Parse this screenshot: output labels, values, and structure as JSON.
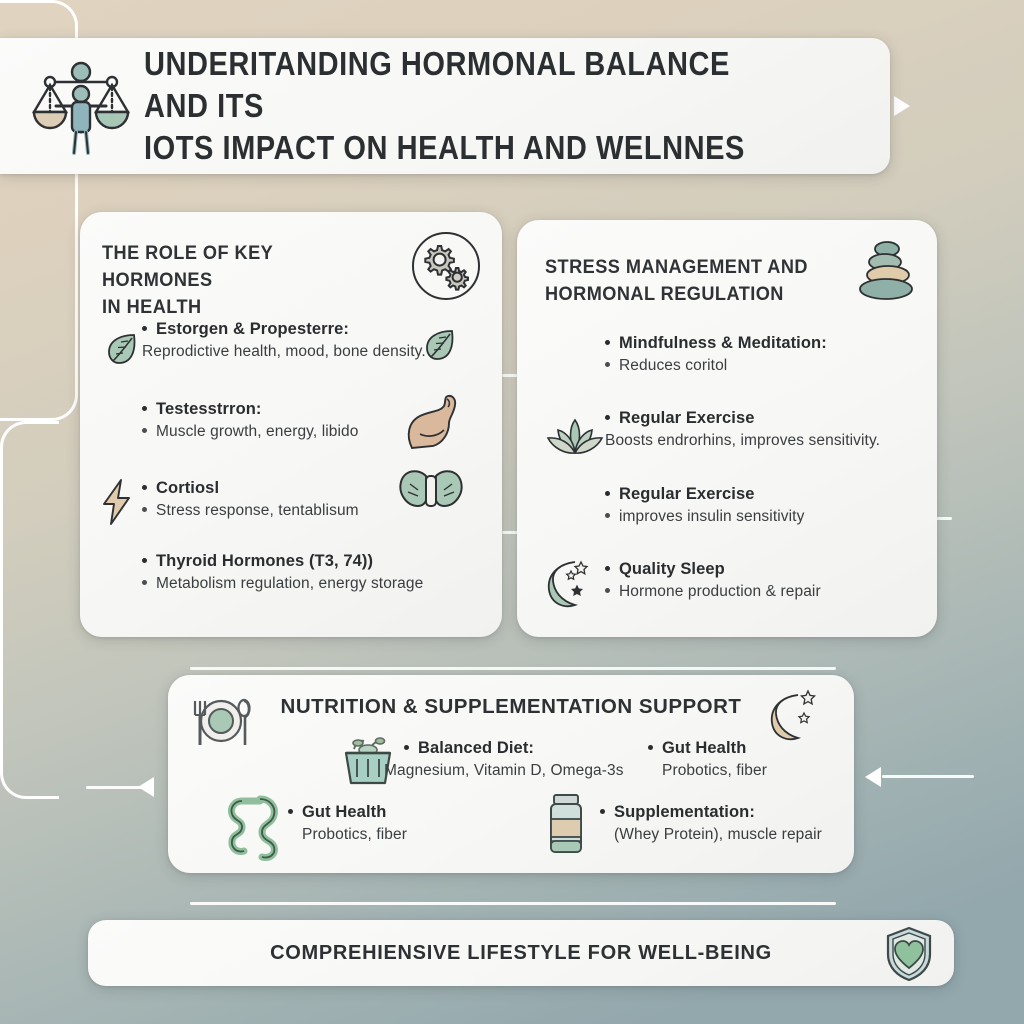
{
  "header": {
    "icon": "balance-scale-icon",
    "title_line1": "UNDERITANDING HORMONAL BALANCE AND ITS",
    "title_line2": "IOTS IMPACT ON HEALTH AND WELNNES"
  },
  "colors": {
    "bg_top": "#e0d4c1",
    "bg_bottom": "#93a8ad",
    "card_bg": "#f7f7f5",
    "text_dark": "#2c2f31",
    "accent_green": "#9dbbab",
    "accent_sage": "#a8c0b4",
    "accent_tan": "#e2cdb0",
    "connector": "#ffffff"
  },
  "cards": {
    "hormones": {
      "heading_line1": "THE ROLE OF KEY HORMONES",
      "heading_line2": "IN HEALTH",
      "header_icon": "gears-circle-icon",
      "items": [
        {
          "title": "Estorgen & Propesterre:",
          "sub": "Reprodictive health, mood, bone density.",
          "icon_left": "leaf-icon",
          "icon_right": "leaf-icon"
        },
        {
          "title": "Testesstrron:",
          "sub": "Muscle growth, energy, libido",
          "icon_right": "flexed-bicep-icon"
        },
        {
          "title": "Cortiosl",
          "sub": "Stress response, tentablisum",
          "icon_left": "lightning-bolt-icon",
          "icon_right": "thyroid-butterfly-icon"
        },
        {
          "title": "Thyroid Hormones (T3, 74))",
          "sub": "Metabolism regulation, energy storage"
        }
      ]
    },
    "stress": {
      "heading_line1": "STRESS MANAGEMENT AND",
      "heading_line2": "HORMONAL REGULATION",
      "header_icon": "zen-stones-icon",
      "items": [
        {
          "title": "Mindfulness & Meditation:",
          "sub": "Reduces coritol"
        },
        {
          "title": "Regular Exercise",
          "sub": "Boosts endrorhins, improves sensitivity.",
          "icon_left": "lotus-icon"
        },
        {
          "title": "Regular Exercise",
          "sub": "improves insulin sensitivity"
        },
        {
          "title": "Quality Sleep",
          "sub": "Hormone production & repair",
          "icon_left": "crescent-moon-stars-icon"
        }
      ]
    },
    "nutrition": {
      "title": "NUTRITION & SUPPLEMENTATION SUPPORT",
      "icon_left": "plate-cutlery-icon",
      "icon_right": "crescent-moon-stars-icon",
      "items": [
        {
          "title": "Balanced Diet:",
          "sub": "Magnesium, Vitamin D, Omega-3s",
          "icon": "grocery-basket-icon"
        },
        {
          "title": "Gut Health",
          "sub": "Probotics, fiber"
        },
        {
          "title": "Gut Health",
          "sub": "Probotics, fiber",
          "icon": "intestine-icon"
        },
        {
          "title": "Supplementation:",
          "sub": "(Whey Protein), muscle repair",
          "icon": "supplement-jar-icon"
        }
      ]
    },
    "footer": {
      "title": "COMPREHIENSIVE LIFESTYLE FOR WELL-BEING",
      "icon": "shield-heart-icon"
    }
  }
}
